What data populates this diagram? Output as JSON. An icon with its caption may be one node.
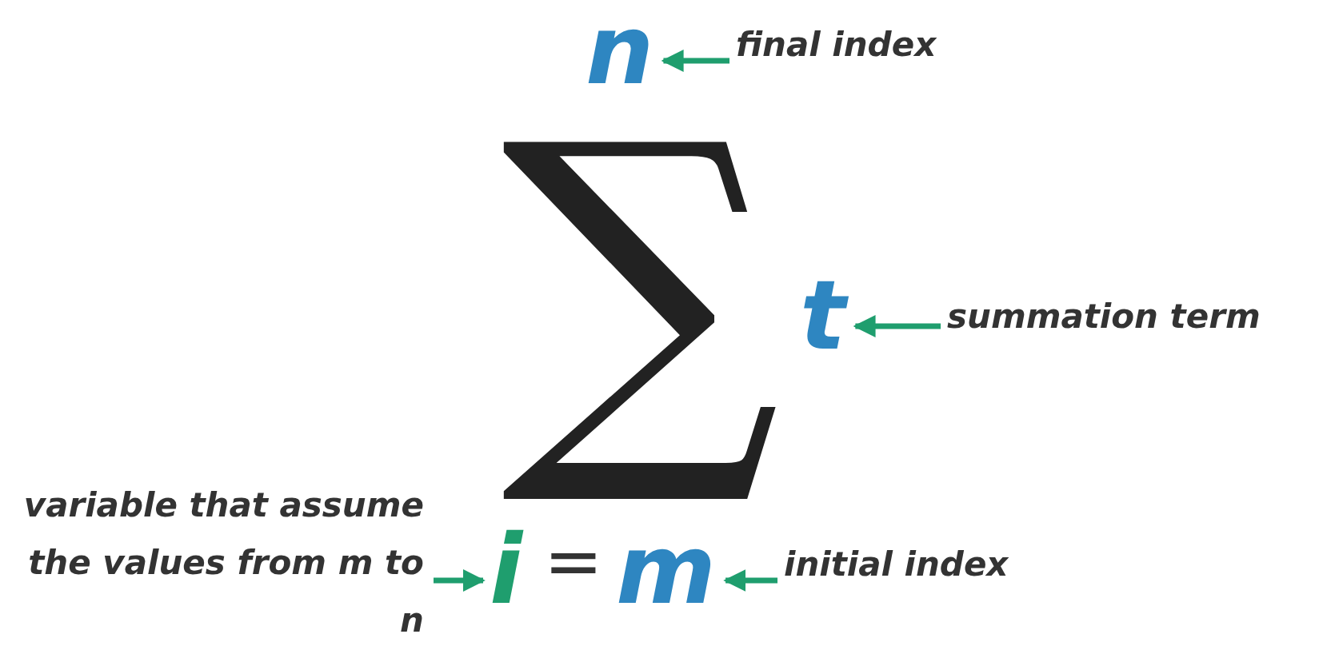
{
  "diagram": {
    "nodes": [
      {
        "text": [
          "n"
        ]
      },
      {
        "text": [
          "final index"
        ]
      },
      {
        "text": [
          "t"
        ]
      },
      {
        "text": [
          "summation term"
        ]
      },
      {
        "text": [
          "variable that assume the values from m to n"
        ]
      },
      {
        "text": [
          "i"
        ]
      },
      {
        "text": [
          "m"
        ]
      },
      {
        "text": [
          "initial index"
        ]
      }
    ],
    "edges": [
      {
        "from": 1,
        "to": 0,
        "arrow": "to"
      },
      {
        "from": 3,
        "to": 2,
        "arrow": "to"
      },
      {
        "from": 4,
        "to": 5,
        "arrow": "to"
      },
      {
        "from": 7,
        "to": 6,
        "arrow": "to"
      }
    ],
    "labels": [
      "∑",
      "="
    ]
  }
}
